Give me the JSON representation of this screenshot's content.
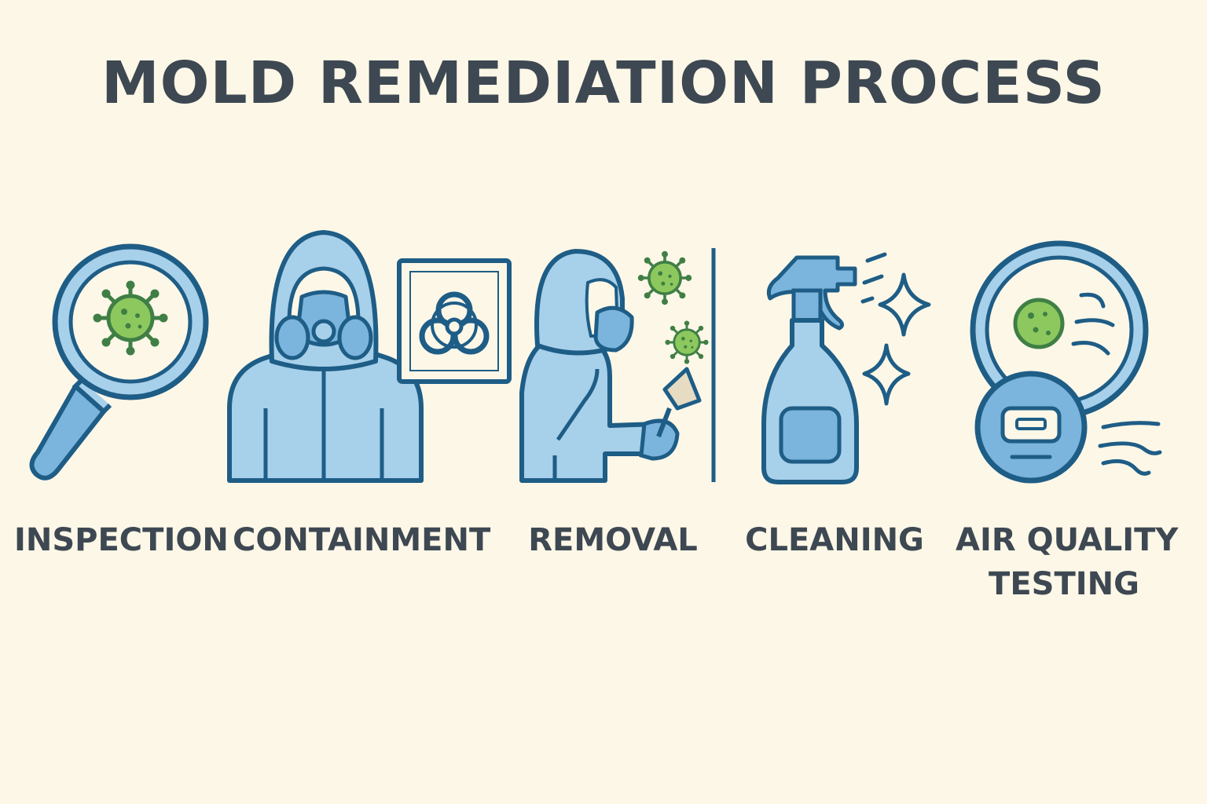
{
  "title": "MOLD REMEDIATION PROCESS",
  "colors": {
    "background": "#fdf7e7",
    "text": "#3d4852",
    "outline": "#1e5d86",
    "fill_light": "#a7d0ea",
    "fill_mid": "#7bb4dc",
    "mold_green": "#8dc85e",
    "mold_dark": "#3f7f45",
    "scraper": "#e6dcc3"
  },
  "steps": [
    {
      "label": "INSPECTION",
      "icon": "magnifying-glass-mold-icon"
    },
    {
      "label": "CONTAINMENT",
      "icon": "hazmat-suit-respirator-icon",
      "extra_icon": "biohazard-sign-icon"
    },
    {
      "label": "REMOVAL",
      "icon": "worker-scraping-mold-icon"
    },
    {
      "label": "CLEANING",
      "icon": "spray-bottle-sparkles-icon"
    },
    {
      "label_line1": "AIR QUALITY",
      "label_line2": "TESTING",
      "icon": "air-quality-monitor-icon"
    }
  ]
}
